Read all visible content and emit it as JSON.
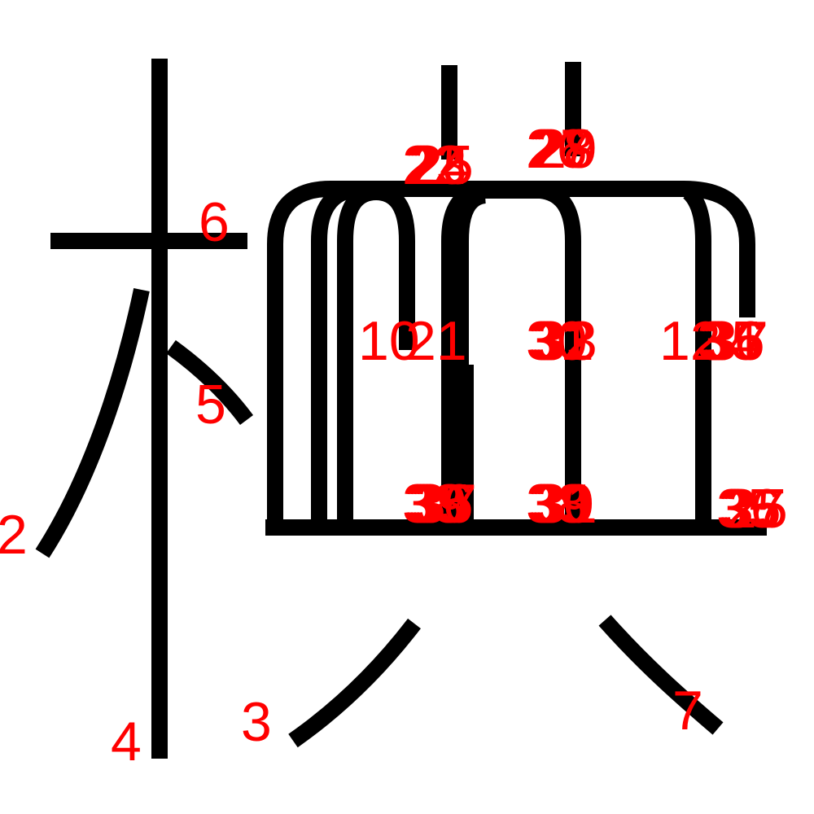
{
  "colors": {
    "background": "#ffffff",
    "stroke": "#000000",
    "label": "#ff0000"
  },
  "labels": [
    {
      "id": "s2",
      "text": "2"
    },
    {
      "id": "s3",
      "text": "3"
    },
    {
      "id": "s4",
      "text": "4"
    },
    {
      "id": "s5",
      "text": "5"
    },
    {
      "id": "s6",
      "text": "6"
    },
    {
      "id": "s7",
      "text": "7"
    },
    {
      "id": "s10",
      "text": "10"
    },
    {
      "id": "s21",
      "text": "21"
    },
    {
      "id": "s12",
      "text": "12"
    },
    {
      "id": "s22",
      "text": "22"
    },
    {
      "id": "s23",
      "text": "23"
    },
    {
      "id": "s24",
      "text": "24"
    },
    {
      "id": "s25",
      "text": "25"
    },
    {
      "id": "s26",
      "text": "26"
    },
    {
      "id": "s27",
      "text": "27"
    },
    {
      "id": "s28",
      "text": "28"
    },
    {
      "id": "s29",
      "text": "29"
    },
    {
      "id": "s30",
      "text": "30"
    },
    {
      "id": "s31",
      "text": "31"
    },
    {
      "id": "s32",
      "text": "32"
    },
    {
      "id": "s33",
      "text": "33"
    },
    {
      "id": "s34",
      "text": "34"
    },
    {
      "id": "s35",
      "text": "35"
    },
    {
      "id": "s36",
      "text": "36"
    },
    {
      "id": "s37",
      "text": "37"
    },
    {
      "id": "s38",
      "text": "38"
    },
    {
      "id": "s39",
      "text": "39"
    }
  ]
}
